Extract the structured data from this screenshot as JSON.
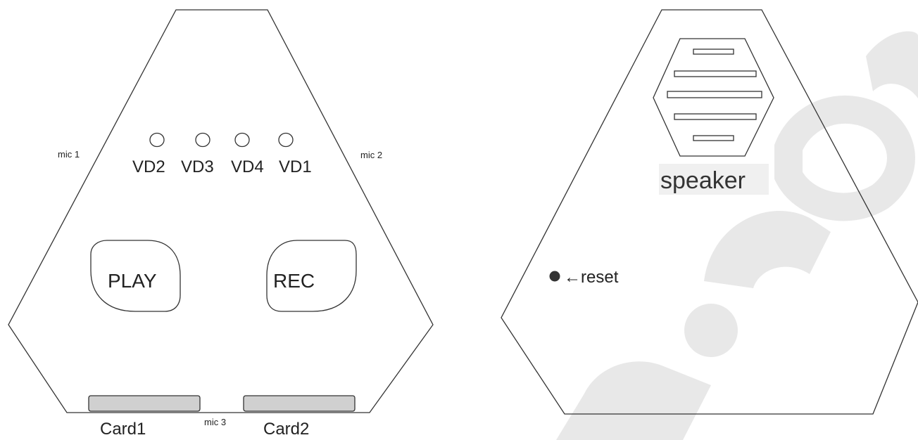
{
  "front_panel": {
    "mic_left": "mic 1",
    "mic_right": "mic 2",
    "mic_bottom": "mic 3",
    "leds": [
      "VD2",
      "VD3",
      "VD4",
      "VD1"
    ],
    "buttons": {
      "play": "PLAY",
      "rec": "REC"
    },
    "cards": [
      "Card1",
      "Card2"
    ]
  },
  "back_panel": {
    "speaker_label": "speaker",
    "reset_label": "←reset"
  },
  "colors": {
    "outline": "#333333",
    "card_slot_fill": "#d0d0d0",
    "watermark": "#e3e3e3"
  }
}
